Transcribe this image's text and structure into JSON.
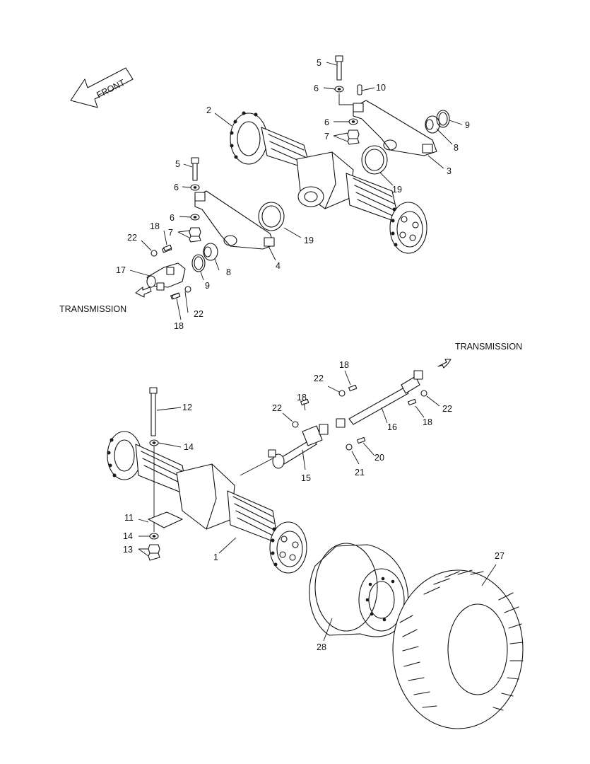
{
  "front_label": "FRONT",
  "transmission_labels": [
    "TRANSMISSION",
    "TRANSMISSION"
  ],
  "callouts": {
    "c1": "1",
    "c2": "2",
    "c3": "3",
    "c4": "4",
    "c5a": "5",
    "c5b": "5",
    "c6a": "6",
    "c6b": "6",
    "c6c": "6",
    "c6d": "6",
    "c7a": "7",
    "c7b": "7",
    "c8a": "8",
    "c8b": "8",
    "c9a": "9",
    "c9b": "9",
    "c10": "10",
    "c11": "11",
    "c12": "12",
    "c13": "13",
    "c14a": "14",
    "c14b": "14",
    "c15": "15",
    "c16": "16",
    "c17": "17",
    "c18a": "18",
    "c18b": "18",
    "c18c": "18",
    "c18d": "18",
    "c18e": "18",
    "c19a": "19",
    "c19b": "19",
    "c20": "20",
    "c21": "21",
    "c22a": "22",
    "c22b": "22",
    "c22c": "22",
    "c22d": "22",
    "c22e": "22",
    "c27": "27",
    "c28": "28"
  }
}
